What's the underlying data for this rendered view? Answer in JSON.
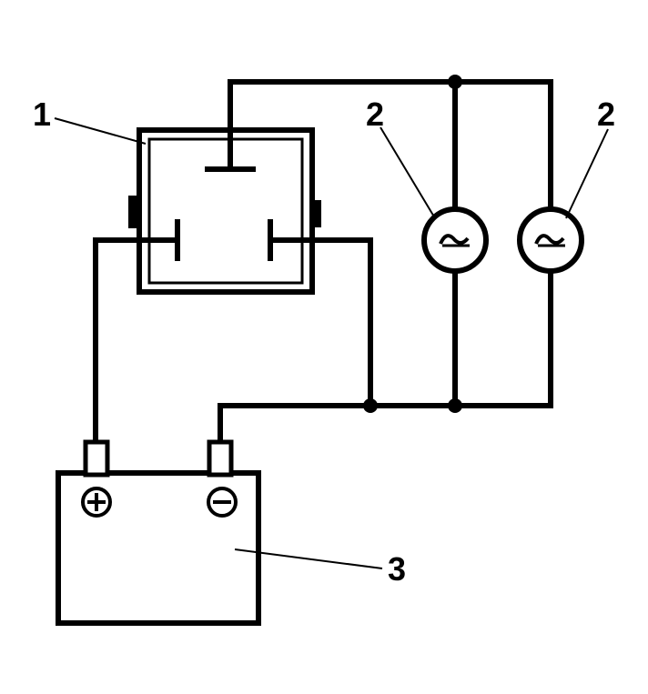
{
  "callouts": {
    "flasher": "1",
    "bulb_left": "2",
    "bulb_right": "2",
    "battery": "3"
  },
  "battery_terminals": {
    "positive": "+",
    "negative": "−"
  }
}
